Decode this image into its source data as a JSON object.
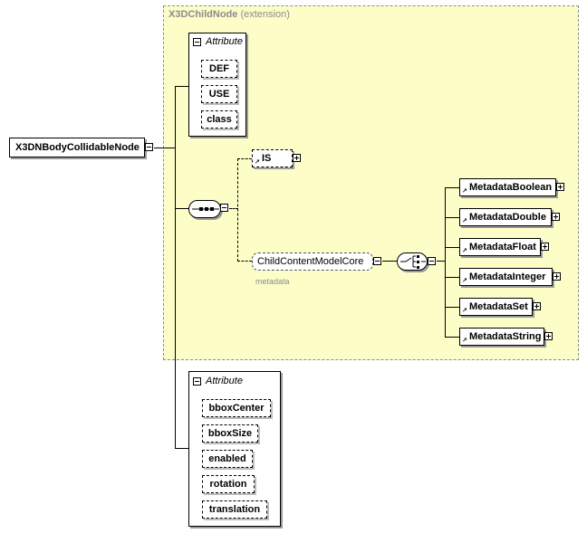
{
  "extension": {
    "name": "X3DChildNode",
    "suffix": "(extension)"
  },
  "root": {
    "name": "X3DNBodyCollidableNode"
  },
  "inherited_attributes": {
    "header": "Attribute",
    "items": [
      "DEF",
      "USE",
      "class"
    ]
  },
  "is_element": {
    "name": "IS"
  },
  "group_ref": {
    "name": "ChildContentModelCore",
    "sublabel": "metadata"
  },
  "metadata_choices": [
    "MetadataBoolean",
    "MetadataDouble",
    "MetadataFloat",
    "MetadataInteger",
    "MetadataSet",
    "MetadataString"
  ],
  "own_attributes": {
    "header": "Attribute",
    "items": [
      "bboxCenter",
      "bboxSize",
      "enabled",
      "rotation",
      "translation"
    ]
  },
  "colors": {
    "extension_bg": "#fdfdc8",
    "extension_border": "#8c8c8c",
    "shadow": "#9a9a9a"
  }
}
